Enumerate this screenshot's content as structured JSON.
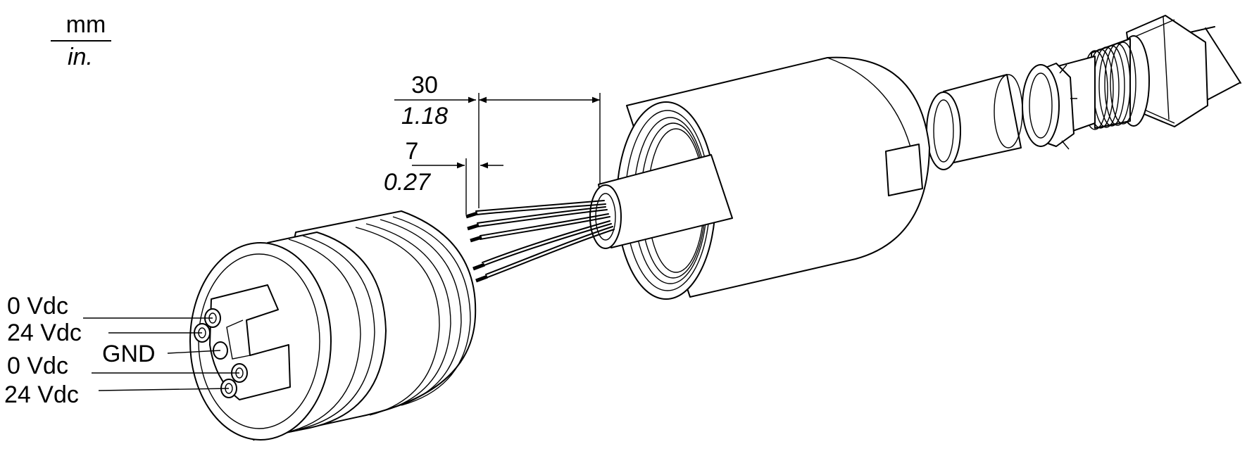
{
  "units": {
    "metric": "mm",
    "imperial": "in."
  },
  "dimensions": {
    "strip_length": {
      "mm": "30",
      "in": "1.18"
    },
    "wire_end": {
      "mm": "7",
      "in": "0.27"
    }
  },
  "pins": [
    {
      "label": "0 Vdc"
    },
    {
      "label": "24 Vdc"
    },
    {
      "label": "GND"
    },
    {
      "label": "0 Vdc"
    },
    {
      "label": "24 Vdc"
    }
  ],
  "colors": {
    "line": "#000000",
    "background": "#ffffff"
  }
}
